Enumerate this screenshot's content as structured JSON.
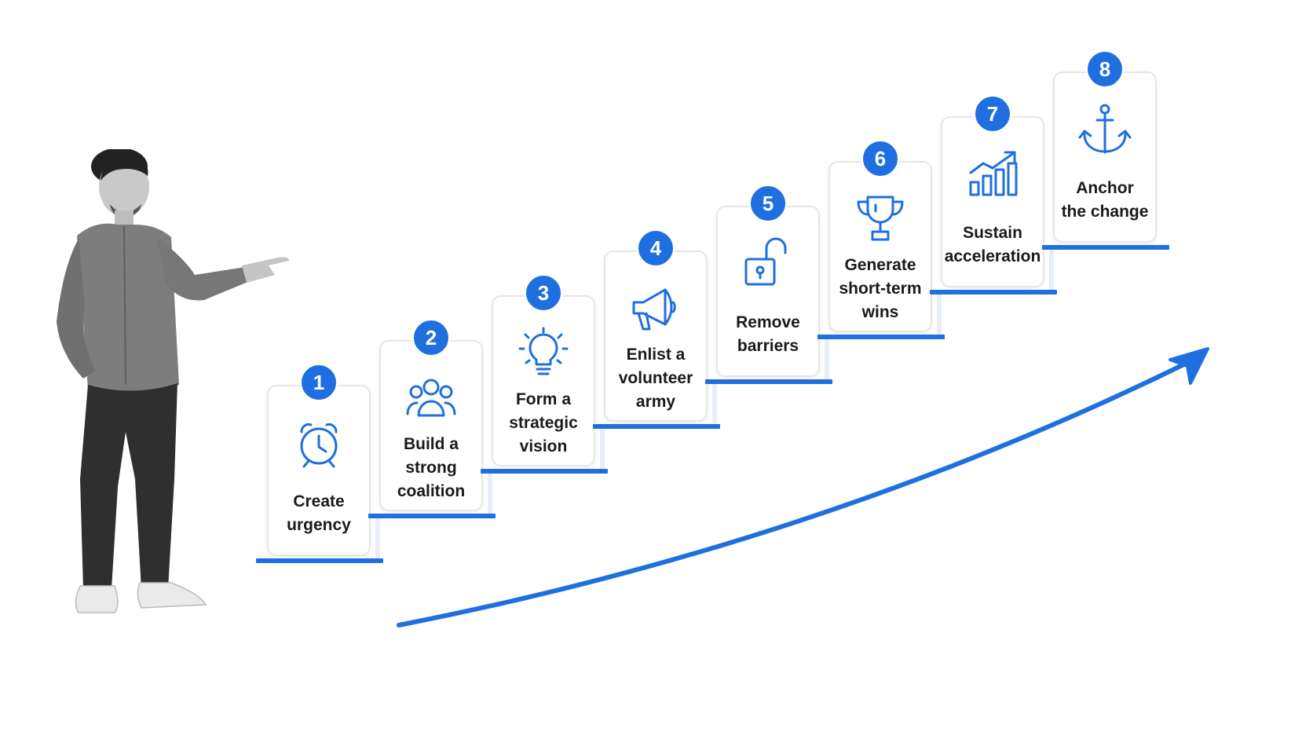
{
  "steps": [
    {
      "number": "1",
      "icon": "alarm-clock-icon",
      "lines": [
        "Create",
        "urgency"
      ]
    },
    {
      "number": "2",
      "icon": "people-group-icon",
      "lines": [
        "Build a",
        "strong",
        "coalition"
      ]
    },
    {
      "number": "3",
      "icon": "lightbulb-icon",
      "lines": [
        "Form a",
        "strategic",
        "vision"
      ]
    },
    {
      "number": "4",
      "icon": "megaphone-icon",
      "lines": [
        "Enlist a",
        "volunteer",
        "army"
      ]
    },
    {
      "number": "5",
      "icon": "unlocked-padlock-icon",
      "lines": [
        "Remove",
        "barriers"
      ]
    },
    {
      "number": "6",
      "icon": "trophy-icon",
      "lines": [
        "Generate",
        "short-term",
        "wins"
      ]
    },
    {
      "number": "7",
      "icon": "bar-chart-growth-icon",
      "lines": [
        "Sustain",
        "acceleration"
      ]
    },
    {
      "number": "8",
      "icon": "anchor-icon",
      "lines": [
        "Anchor",
        "the change"
      ]
    }
  ],
  "colors": {
    "accent": "#1f6fe0",
    "card_border": "#e6e6e6",
    "text": "#1a1a1a",
    "person": "#5a5a5a"
  },
  "figure": {
    "person": "man-pointing-illustration",
    "trend": "upward-trend-arrow"
  }
}
